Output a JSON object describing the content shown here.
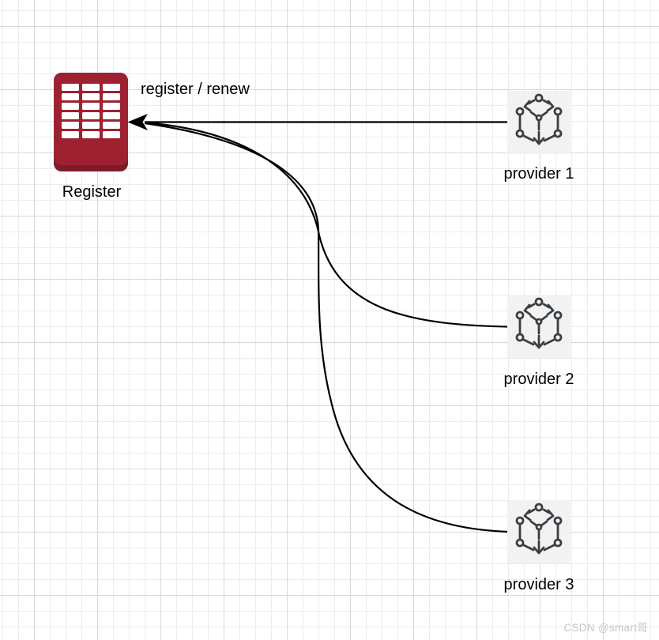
{
  "diagram": {
    "nodes": {
      "register": {
        "label": "Register",
        "icon": "register-building-icon"
      },
      "providers": [
        {
          "label": "provider 1",
          "icon": "cube-icon"
        },
        {
          "label": "provider 2",
          "icon": "cube-icon"
        },
        {
          "label": "provider 3",
          "icon": "cube-icon"
        }
      ]
    },
    "edges": [
      {
        "from": "provider 1",
        "to": "Register",
        "label": "register / renew",
        "style": "straight-arrow"
      },
      {
        "from": "provider 2",
        "to": "Register",
        "label": "",
        "style": "curved"
      },
      {
        "from": "provider 3",
        "to": "Register",
        "label": "",
        "style": "curved"
      }
    ]
  },
  "colors": {
    "register_fill": "#9e2132",
    "register_shadow": "#7d1b28",
    "register_cells": "#ffffff",
    "cube_stroke": "#3a3f44",
    "cube_background": "#f2f2f2",
    "edge_stroke": "#000000",
    "grid_minor": "#ececec",
    "grid_major": "#d8d8d8",
    "label_text": "#000000",
    "watermark_text": "#c3c7cb"
  },
  "watermark": "CSDN @smart哥"
}
